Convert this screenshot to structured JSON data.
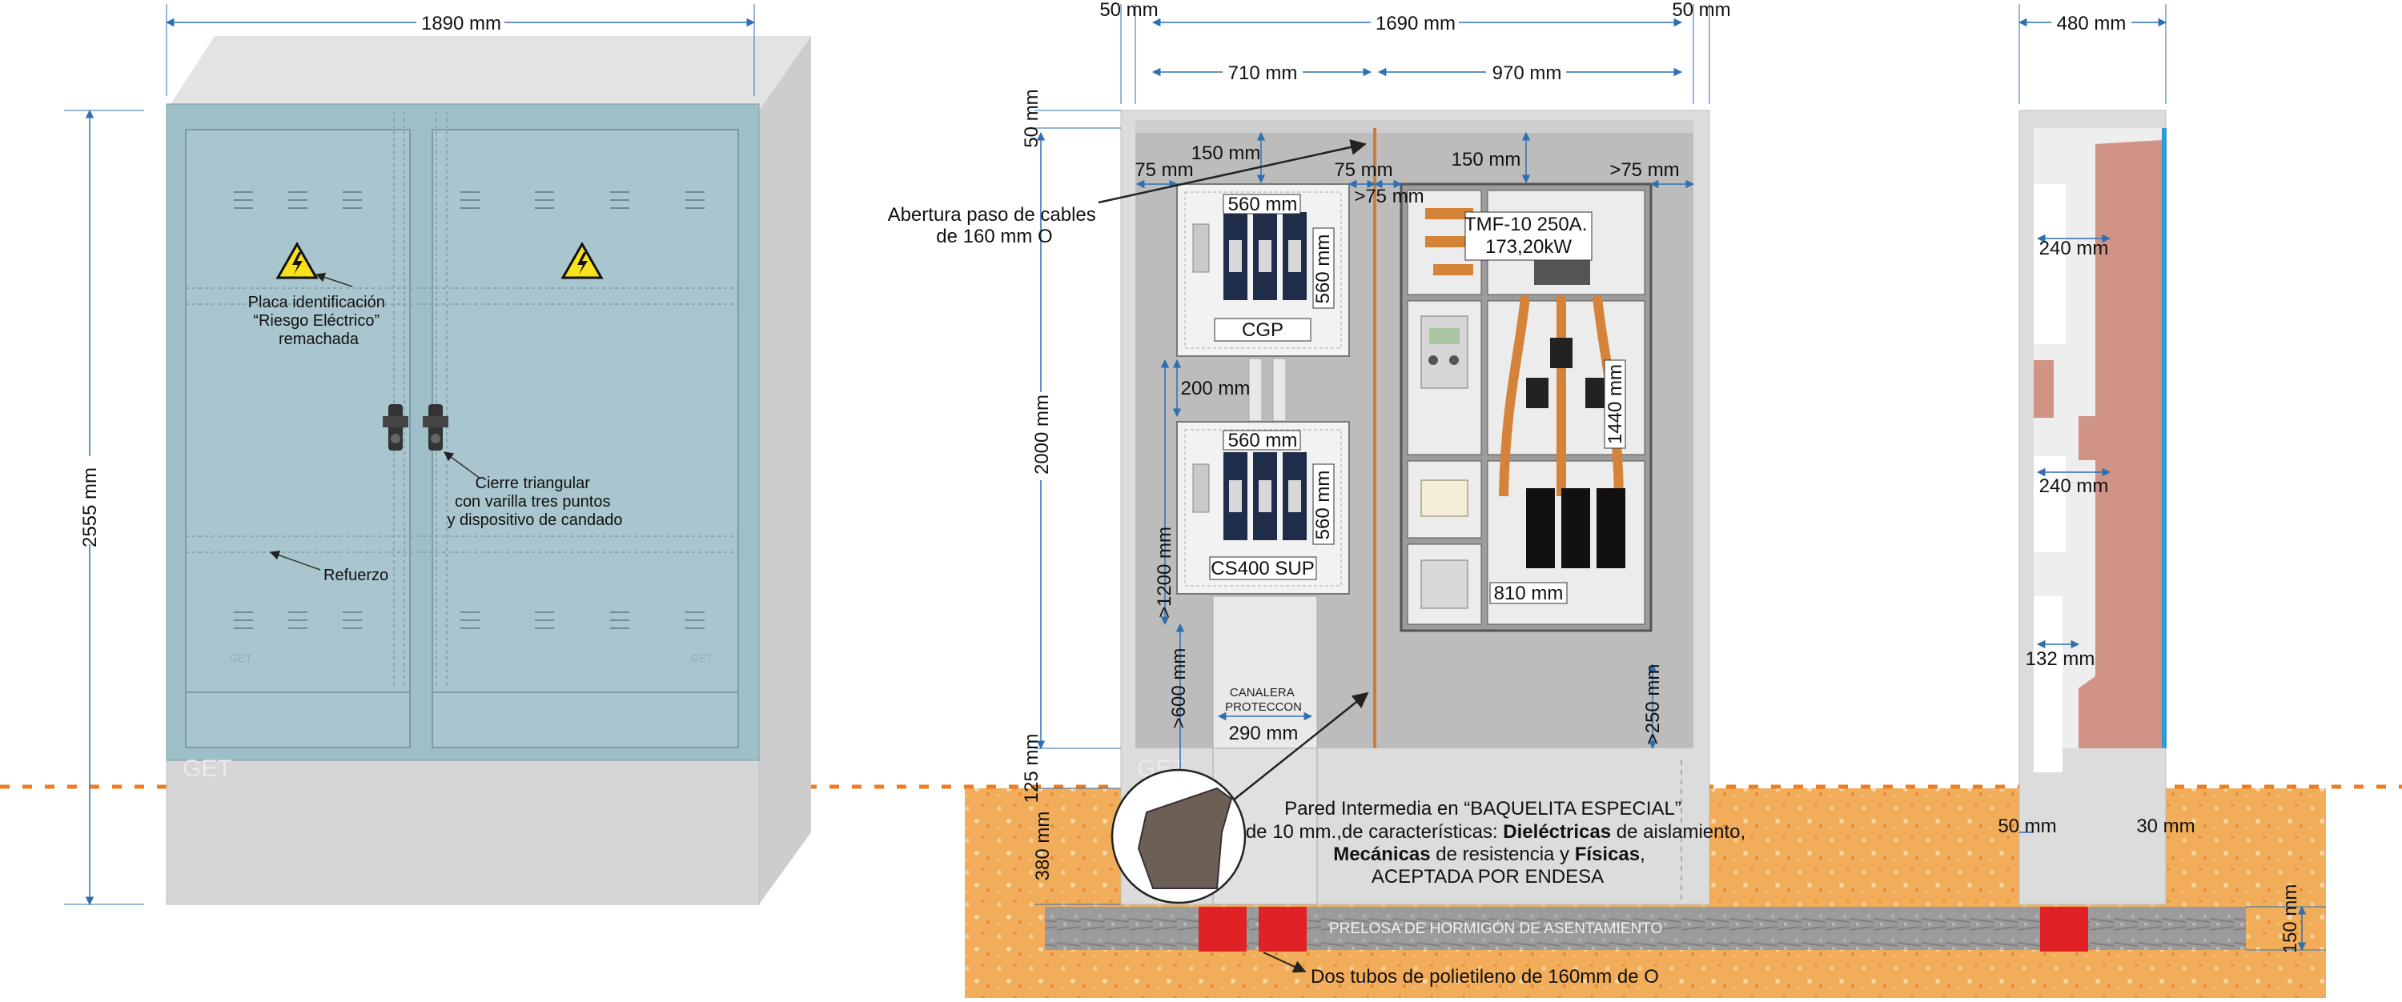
{
  "front": {
    "width": "1890 mm",
    "height": "2555 mm",
    "brand": "GET",
    "note_placa": [
      "Placa identificación",
      "“Riesgo Eléctrico”",
      "remachada"
    ],
    "note_cierre": [
      "Cierre triangular",
      "con varilla tres puntos",
      "y dispositivo de candado"
    ],
    "note_refuerzo": "Refuerzo",
    "small_brand": "GET"
  },
  "interior": {
    "dim_left_margin": "50 mm",
    "dim_total": "1690 mm",
    "dim_right_margin": "50 mm",
    "dim_left_section": "710 mm",
    "dim_right_section": "970 mm",
    "dim_top": "50 mm",
    "dim_150_a": "150 mm",
    "dim_75_a": "75 mm",
    "dim_75_b": "75 mm",
    "dim_gt75_a": ">75 mm",
    "dim_150_b": "150 mm",
    "dim_gt75_b": ">75 mm",
    "opening_note": [
      "Abertura paso de cables",
      "de 160 mm O"
    ],
    "cgp_w": "560 mm",
    "cgp_h": "560 mm",
    "cgp_label": "CGP",
    "dim_200": "200 mm",
    "cs_w": "560 mm",
    "cs_h": "560 mm",
    "cs_label": "CS400 SUP",
    "dim_2000": "2000 mm",
    "dim_gt1200": ">1200 mm",
    "dim_gt600": ">600 mm",
    "canaleta": [
      "CANALERA",
      "PROTECCON"
    ],
    "dim_290": "290 mm",
    "tmf_label": [
      "TMF-10 250A.",
      "173,20kW"
    ],
    "dim_1440": "1440 mm",
    "dim_810": "810 mm",
    "dim_gt250": ">250 mm",
    "dim_125": "125 mm",
    "dim_380": "380 mm",
    "brand": "GET",
    "pared_line1": "Pared Intermedia en “BAQUELITA ESPECIAL”",
    "pared_line2_a": "de 10 mm.,de características: ",
    "pared_line2_b": "Dieléctricas",
    "pared_line2_c": " de aislamiento,",
    "pared_line3_a": "Mecánicas",
    "pared_line3_b": " de resistencia y ",
    "pared_line3_c": "Físicas",
    "pared_line3_d": ",",
    "pared_line4": "ACEPTADA POR ENDESA",
    "prelosa": "PRELOSA DE HORMIGÓN DE ASENTAMIENTO",
    "tubos_note": "Dos tubos de polietileno de 160mm de O"
  },
  "side": {
    "depth": "480 mm",
    "dim_240_a": "240 mm",
    "dim_240_b": "240 mm",
    "dim_132": "132 mm",
    "dim_50": "50 mm",
    "dim_30": "30 mm",
    "dim_150": "150 mm"
  },
  "colors": {
    "door": "#a9c6ce",
    "cabinet_gray": "#d9d9d9",
    "soil": "#f0a64a",
    "ground_line": "#ee7d22",
    "concrete": "#9a9a9a",
    "tube_red": "#e02226",
    "dim_blue": "#2f6fb0",
    "busbar": "#d6833a",
    "insulation": "#cf9486"
  }
}
